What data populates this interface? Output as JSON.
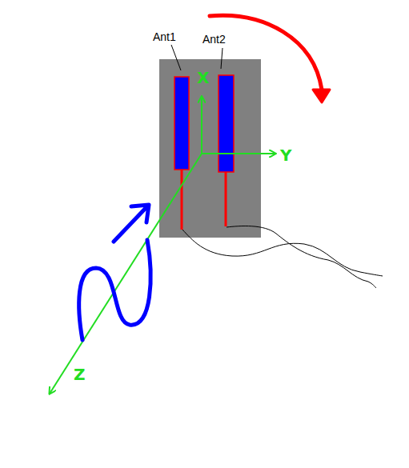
{
  "diagram": {
    "labels": [
      "Ant1",
      "Ant2",
      "X",
      "Y",
      "Z"
    ]
  }
}
